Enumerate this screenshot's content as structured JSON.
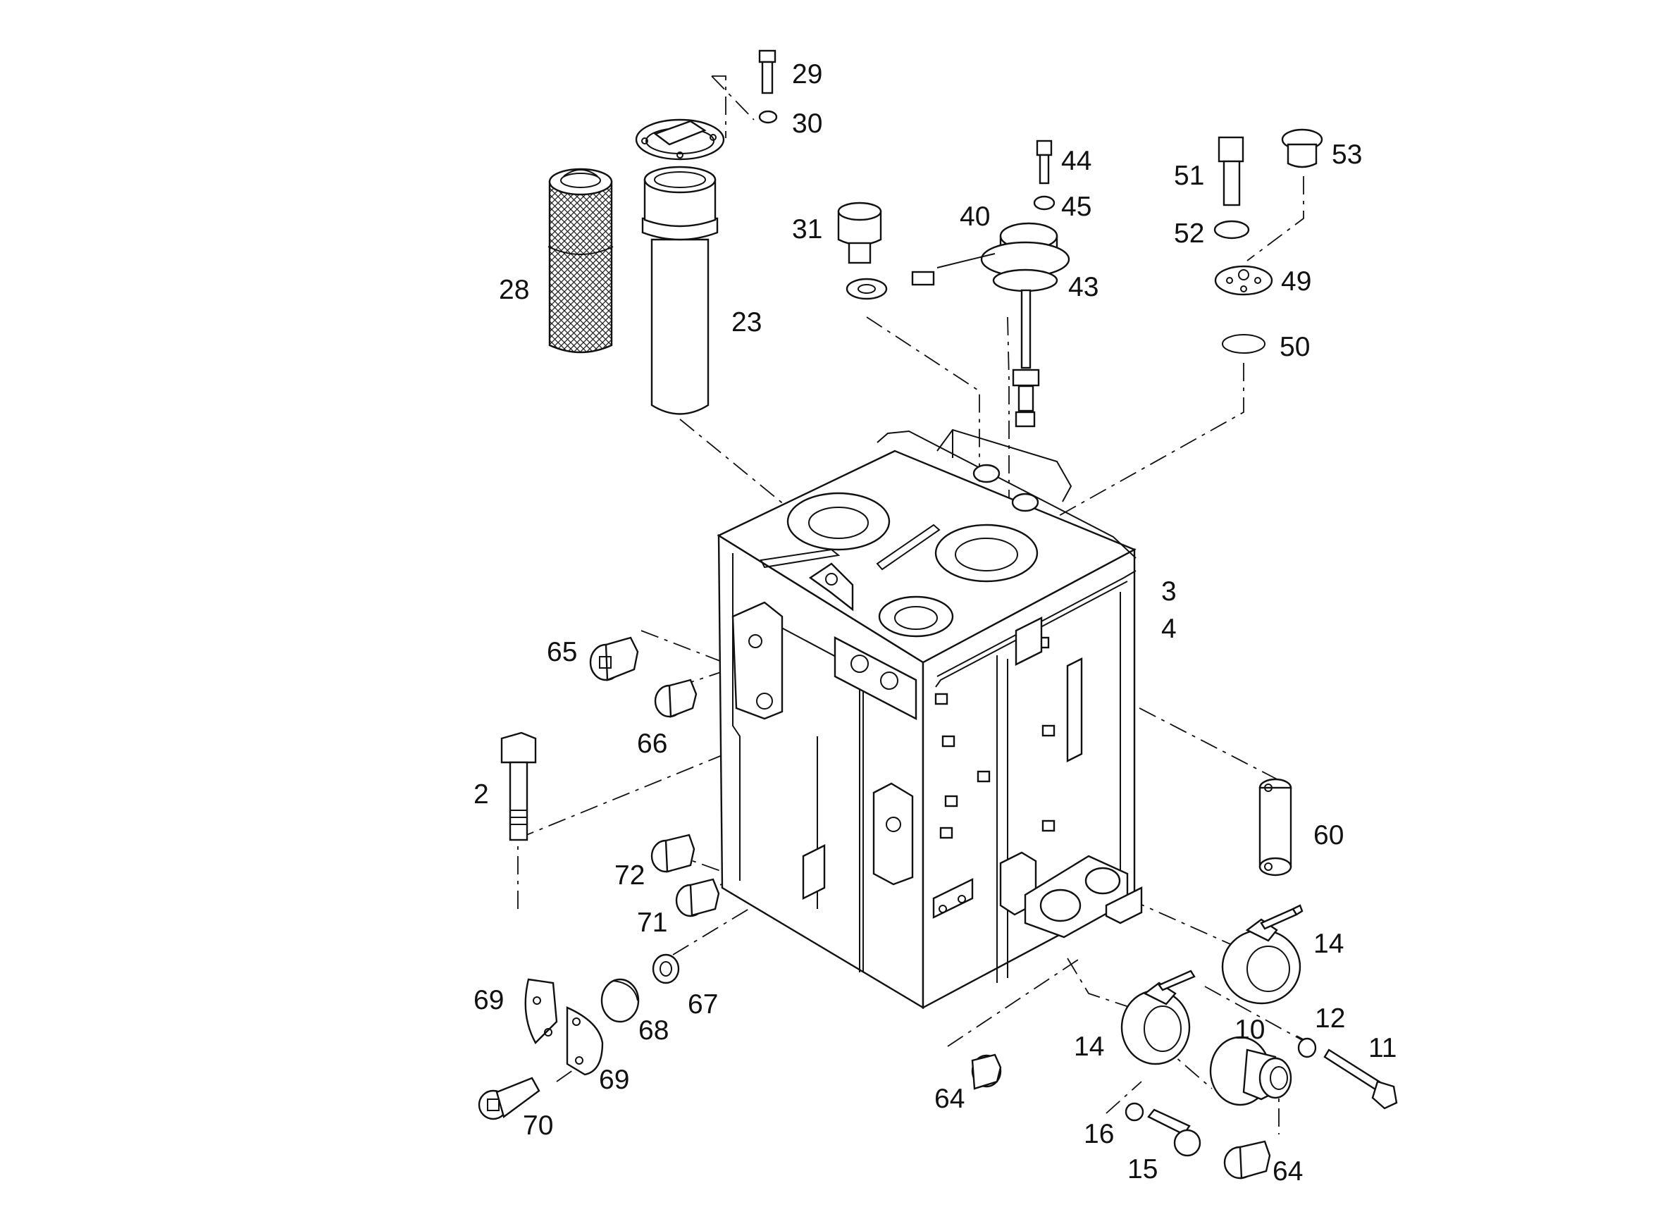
{
  "callouts": [
    {
      "id": "c29",
      "text": "29"
    },
    {
      "id": "c30",
      "text": "30"
    },
    {
      "id": "c28",
      "text": "28"
    },
    {
      "id": "c23",
      "text": "23"
    },
    {
      "id": "c31",
      "text": "31"
    },
    {
      "id": "c40",
      "text": "40"
    },
    {
      "id": "c44",
      "text": "44"
    },
    {
      "id": "c45",
      "text": "45"
    },
    {
      "id": "c43",
      "text": "43"
    },
    {
      "id": "c51",
      "text": "51"
    },
    {
      "id": "c53",
      "text": "53"
    },
    {
      "id": "c52",
      "text": "52"
    },
    {
      "id": "c49",
      "text": "49"
    },
    {
      "id": "c50",
      "text": "50"
    },
    {
      "id": "c3",
      "text": "3"
    },
    {
      "id": "c4",
      "text": "4"
    },
    {
      "id": "c65",
      "text": "65"
    },
    {
      "id": "c66",
      "text": "66"
    },
    {
      "id": "c2",
      "text": "2"
    },
    {
      "id": "c60",
      "text": "60"
    },
    {
      "id": "c72",
      "text": "72"
    },
    {
      "id": "c71",
      "text": "71"
    },
    {
      "id": "c14a",
      "text": "14"
    },
    {
      "id": "c69a",
      "text": "69"
    },
    {
      "id": "c68",
      "text": "68"
    },
    {
      "id": "c67",
      "text": "67"
    },
    {
      "id": "c10",
      "text": "10"
    },
    {
      "id": "c12",
      "text": "12"
    },
    {
      "id": "c11",
      "text": "11"
    },
    {
      "id": "c14b",
      "text": "14"
    },
    {
      "id": "c69b",
      "text": "69"
    },
    {
      "id": "c64a",
      "text": "64"
    },
    {
      "id": "c70",
      "text": "70"
    },
    {
      "id": "c16",
      "text": "16"
    },
    {
      "id": "c15",
      "text": "15"
    },
    {
      "id": "c64b",
      "text": "64"
    }
  ]
}
